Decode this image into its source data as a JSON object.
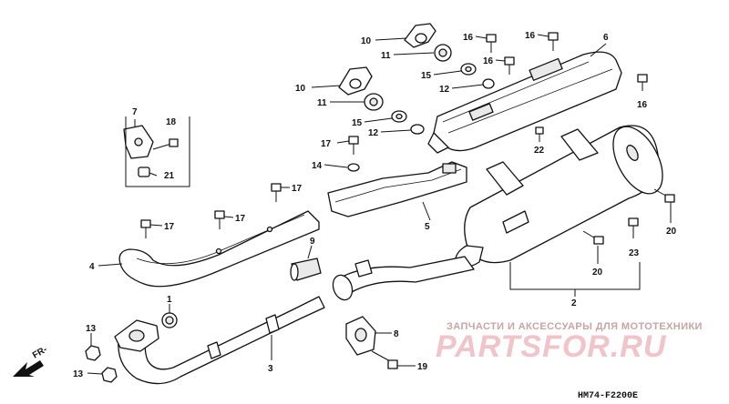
{
  "labels": {
    "l10a": "10",
    "l10b": "10",
    "l11a": "11",
    "l11b": "11",
    "l15a": "15",
    "l15b": "15",
    "l12a": "12",
    "l12b": "12",
    "l16a": "16",
    "l16b": "16",
    "l16c": "16",
    "l16d": "16",
    "l6": "6",
    "l7": "7",
    "l18": "18",
    "l21": "21",
    "l17a": "17",
    "l17b": "17",
    "l17c": "17",
    "l17d": "17",
    "l14": "14",
    "l22": "22",
    "l5": "5",
    "l9": "9",
    "l4": "4",
    "l1": "1",
    "l2": "2",
    "l3": "3",
    "l8": "8",
    "l19": "19",
    "l13a": "13",
    "l13b": "13",
    "l20a": "20",
    "l20b": "20",
    "l23": "23"
  },
  "direction_marker": "FR-",
  "watermark": {
    "tagline": "ЗАПЧАСТИ И АКСЕССУАРЫ ДЛЯ МОТОТЕХНИКИ",
    "brand": "PARTSFOR.RU"
  },
  "figure_code": "HM74-F2200E"
}
